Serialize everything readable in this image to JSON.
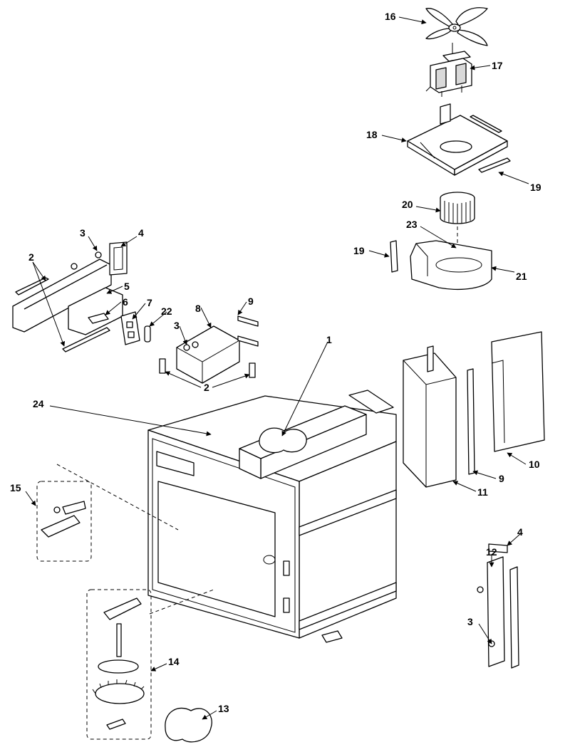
{
  "callouts": {
    "c1": "1",
    "c2a": "2",
    "c2b": "2",
    "c3a": "3",
    "c3b": "3",
    "c3c": "3",
    "c4a": "4",
    "c4b": "4",
    "c5": "5",
    "c6": "6",
    "c7": "7",
    "c8": "8",
    "c9a": "9",
    "c9b": "9",
    "c10": "10",
    "c11": "11",
    "c12": "12",
    "c13": "13",
    "c14": "14",
    "c15": "15",
    "c16": "16",
    "c17": "17",
    "c18": "18",
    "c19a": "19",
    "c19b": "19",
    "c20": "20",
    "c21": "21",
    "c22": "22",
    "c23": "23",
    "c24": "24"
  }
}
